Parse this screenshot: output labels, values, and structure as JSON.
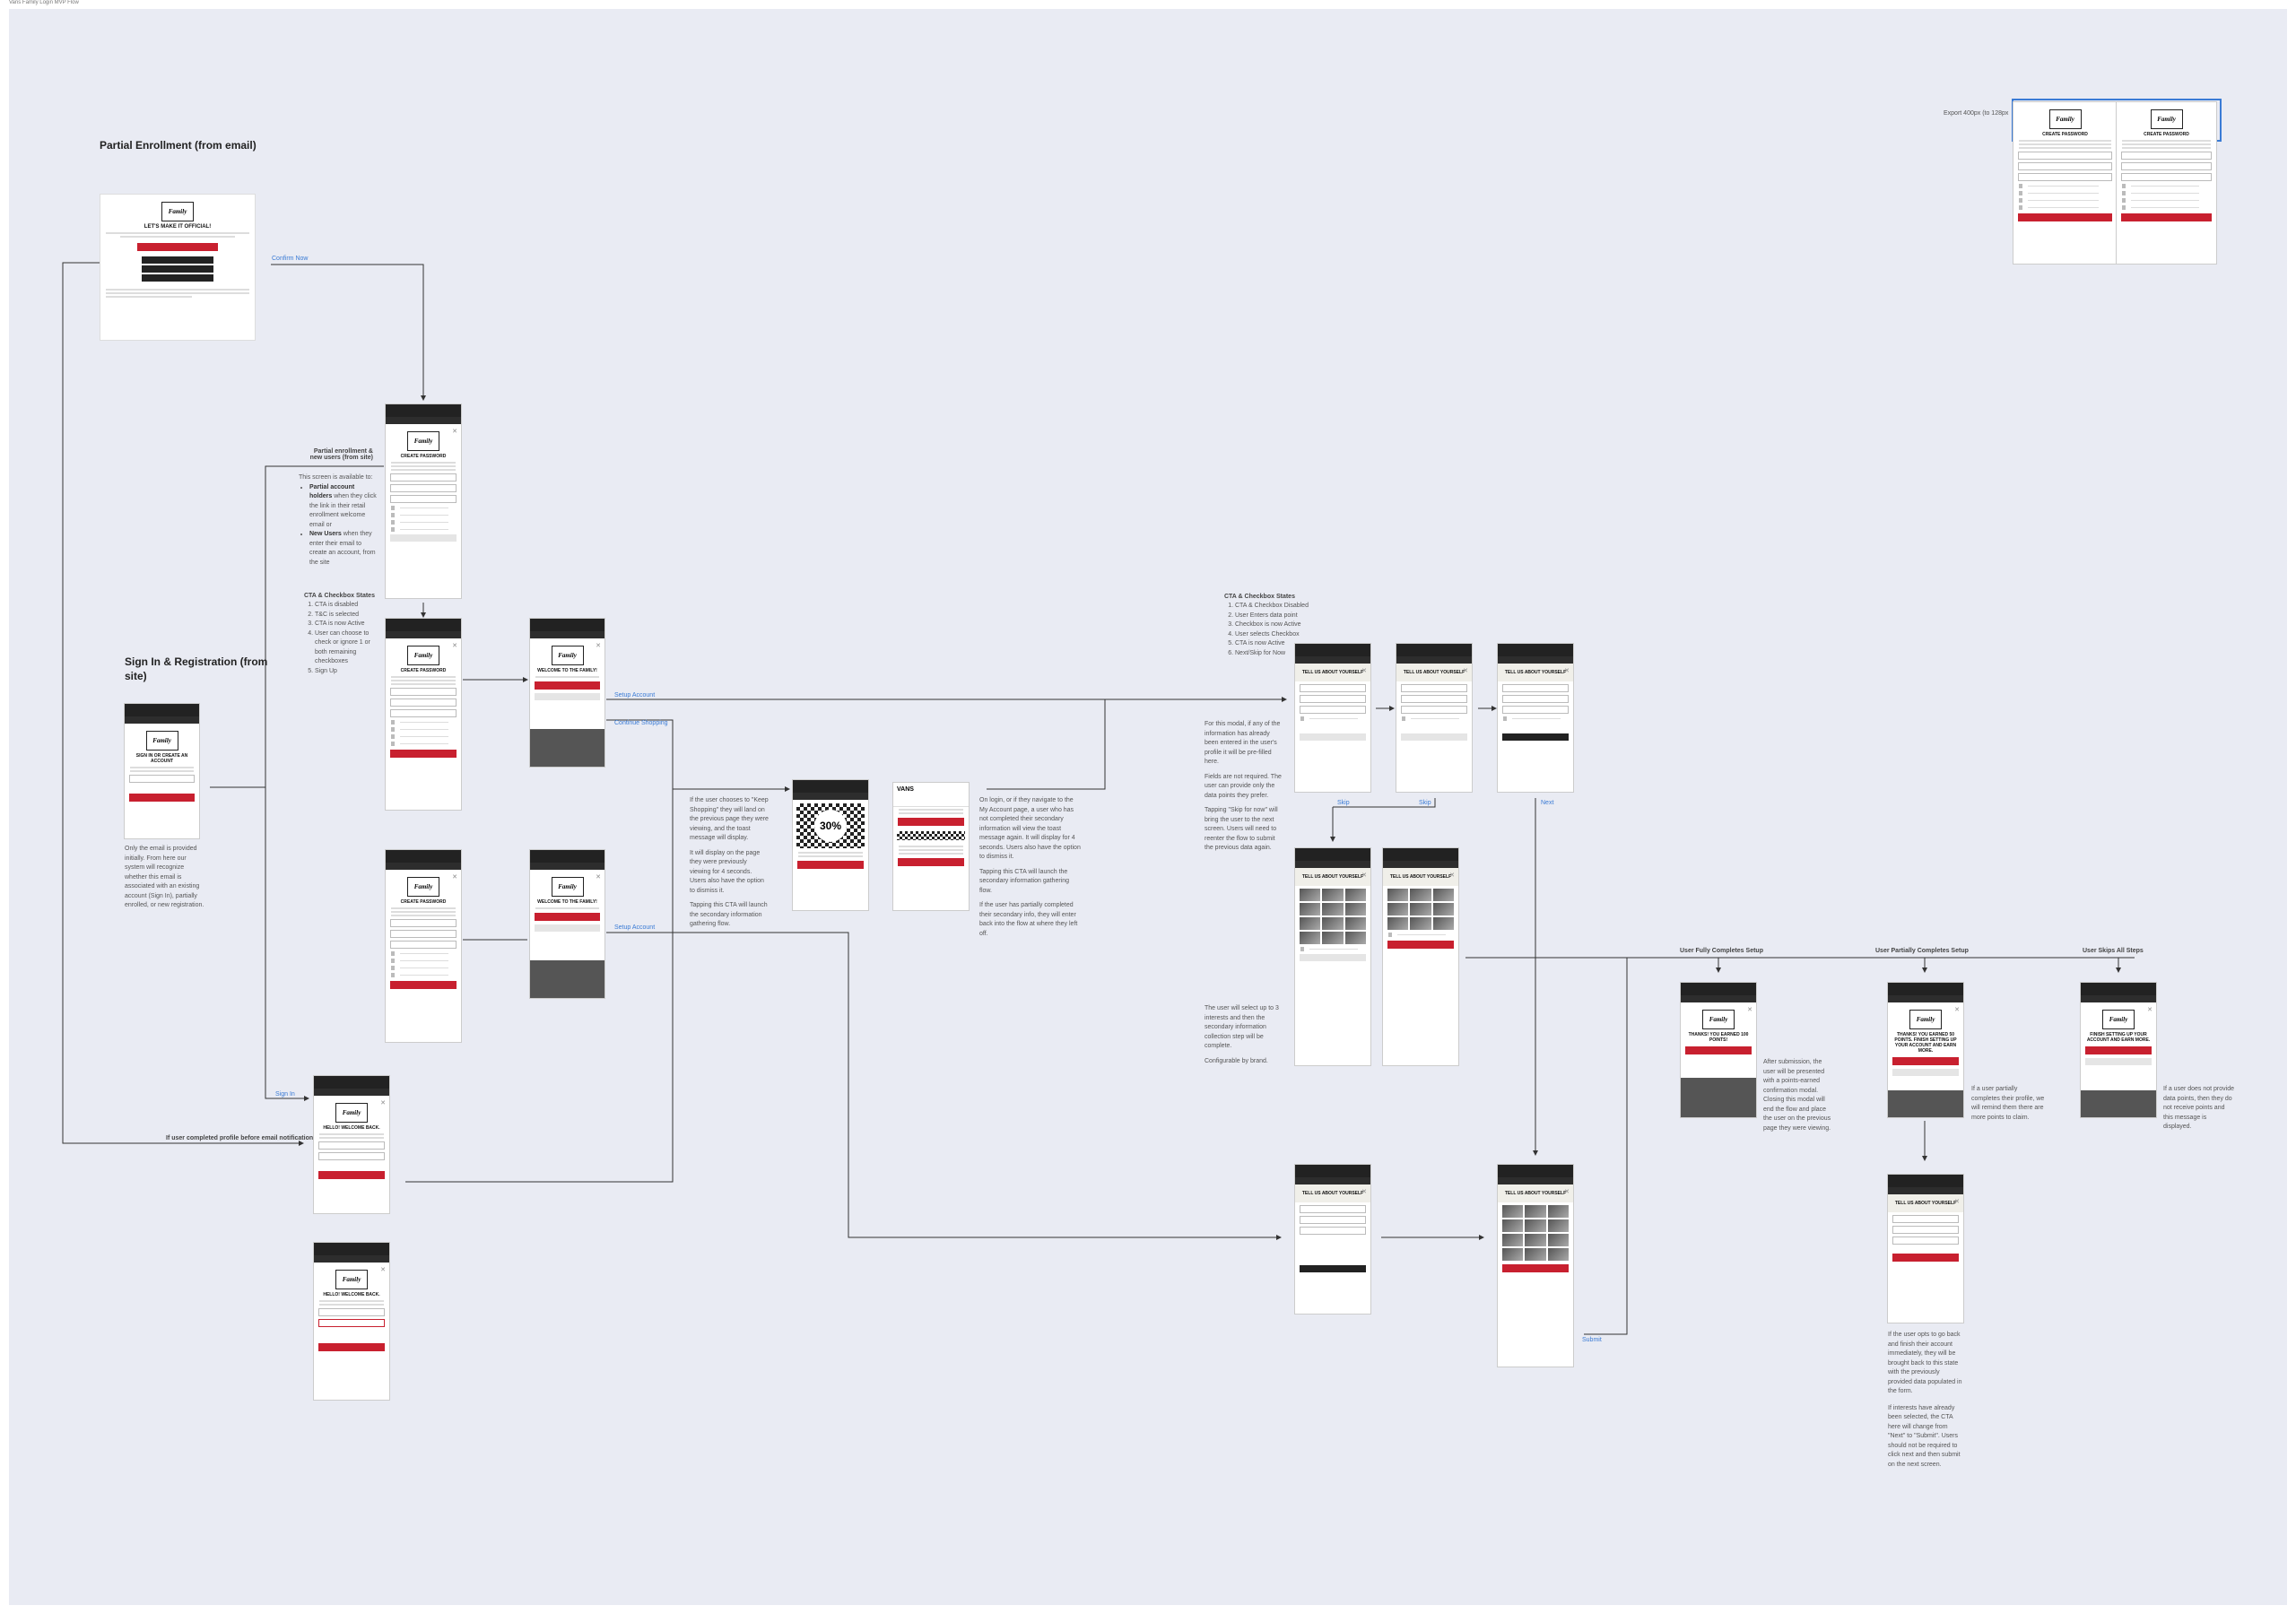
{
  "frame_label": "Vans Family Login MVP Flow",
  "titles": {
    "partial_enrollment": "Partial Enrollment (from email)",
    "sign_in_registration": "Sign In & Registration (from site)"
  },
  "export_note": "Export 400px (to 128px",
  "labels": {
    "partial_new_users": "Partial enrollment & new users (from site)",
    "cta_states_left": "CTA & Checkbox States",
    "cta_states_right": "CTA & Checkbox States",
    "user_fully": "User Fully Completes Setup",
    "user_partially": "User Partially Completes Setup",
    "user_skips": "User Skips All Steps",
    "if_completed": "If user completed profile before email notification"
  },
  "links": {
    "confirm_now": "Confirm Now",
    "setup_account_1": "Setup Account",
    "continue_shopping": "Continue Shopping",
    "setup_account_2": "Setup Account",
    "sign_in": "Sign In",
    "skip_1": "Skip",
    "skip_2": "Skip",
    "next": "Next",
    "submit": "Submit"
  },
  "notes": {
    "screen_available": "This screen is available to:",
    "partial_holders": "Partial account holders",
    "partial_holders_rest": "when they click the link in their retail enrollment welcome email or",
    "new_users": "New Users",
    "new_users_rest": "when they enter their email to create an account, from the site",
    "only_email": "Only the email is provided initially. From here our system will recognize whether this email is associated with an existing account (Sign In), partially enrolled, or new registration.",
    "keep_shopping": "If the user chooses to \"Keep Shopping\" they will land on the previous page they were viewing, and the toast message will display.",
    "toast_display": "It will display on the page they were previously viewing for 4 seconds. Users also have the option to dismiss it.",
    "tapping_cta": "Tapping this CTA will launch the secondary information gathering flow.",
    "on_login": "On login, or if they navigate to the My Account page, a user who has not completed their secondary information will view the toast message again. It will display for 4 seconds. Users also have the option to dismiss it.",
    "tapping_cta_2": "Tapping this CTA will launch the secondary information gathering flow.",
    "partially_completed": "If the user has partially completed their secondary info, they will enter back into the flow at where they left off.",
    "for_this_modal": "For this modal, if any of the information has already been entered in the user's profile it will be pre-filled here.",
    "fields_not_required": "Fields are not required. The user can provide only the data points they prefer.",
    "tapping_skip": "Tapping \"Skip for now\" will bring the user to the next screen. Users will need to reenter the flow to submit the previous data again.",
    "select_interests": "The user will select up to 3 interests and then the secondary information collection step will be complete.",
    "configurable": "Configurable by brand.",
    "after_submission": "After submission, the user will be presented with a points-earned confirmation modal. Closing this modal will end the flow and place the user on the previous page they were viewing.",
    "partially_completes": "If a user partially completes their profile, we will remind them there are more points to claim.",
    "skips_all": "If a user does not provide data points, then they do not receive points and this message is displayed.",
    "opts_back": "If the user opts to go back and finish their account immediately, they will be brought back to this state with the previously provided data populated in the form.",
    "interests_selected": "If interests have already been selected, the CTA here will change from \"Next\" to \"Submit\". Users should not be required to click next and then submit on the next screen."
  },
  "cta_left_items": [
    "CTA is disabled",
    "T&C is selected",
    "CTA is now Active",
    "User can choose to check or ignore 1 or both remaining checkboxes",
    "Sign Up"
  ],
  "cta_right_items": [
    "CTA & Checkbox Disabled",
    "User Enters data point",
    "Checkbox is now Active",
    "User selects Checkbox",
    "CTA is now Active",
    "Next/Skip for Now"
  ],
  "screens": {
    "create_password": "CREATE PASSWORD",
    "welcome": "WELCOME TO THE FAMILY!",
    "sign_in_create": "SIGN IN OR CREATE AN ACCOUNT",
    "hello_welcome": "HELLO! WELCOME BACK.",
    "tell_us": "TELL US ABOUT YOURSELF",
    "lets_make": "LET'S MAKE IT OFFICIAL!",
    "thanks": "THANKS! YOU EARNED 100 POINTS!",
    "setup_points": "THANKS! YOU EARNED 50 POINTS. FINISH SETTING UP YOUR ACCOUNT AND EARN MORE.",
    "finish_setting": "FINISH SETTING UP YOUR ACCOUNT AND EARN MORE.",
    "promo_30": "30%",
    "brand": "VANS",
    "family": "Family"
  },
  "colors": {
    "canvas": "#e9ebf3",
    "brand_red": "#c8202f",
    "link_blue": "#3a7bd5"
  }
}
